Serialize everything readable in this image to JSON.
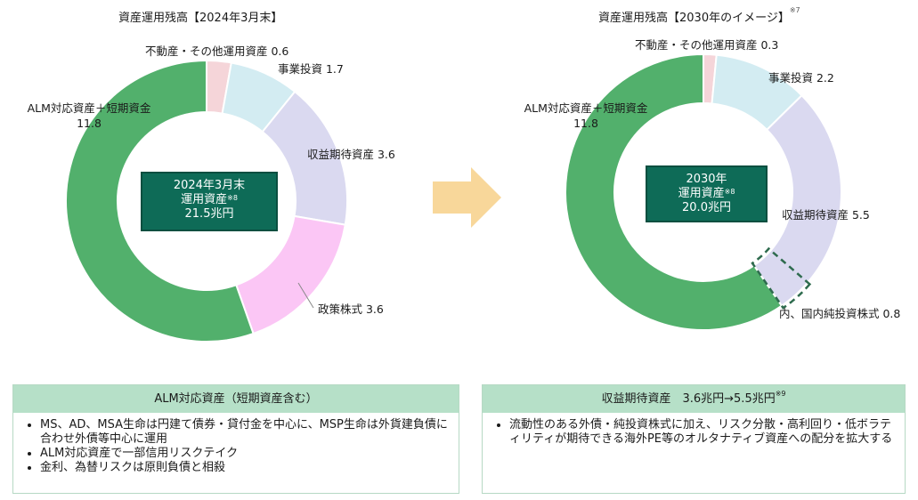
{
  "charts": [
    {
      "title": "資産運用残高【2024年3月末】",
      "title_note": "",
      "center": {
        "line1": "2024年3月末",
        "line2": "運用資産",
        "line2_note": "※8",
        "line3": "21.5兆円"
      }
    },
    {
      "title": "資産運用残高【2030年のイメージ】",
      "title_note": "※7",
      "center": {
        "line1": "2030年",
        "line2": "運用資産",
        "line2_note": "※8",
        "line3": "20.0兆円"
      }
    }
  ],
  "chart_data": [
    {
      "type": "pie",
      "title": "資産運用残高【2024年3月末】",
      "slices": [
        {
          "label": "不動産・その他運用資産",
          "value": 0.6,
          "color": "#f5d5d9"
        },
        {
          "label": "事業投資",
          "value": 1.7,
          "color": "#d3ecf2"
        },
        {
          "label": "収益期待資産",
          "value": 3.6,
          "color": "#dad9f0"
        },
        {
          "label": "政策株式",
          "value": 3.6,
          "color": "#fbc6f5"
        },
        {
          "label": "ALM対応資産＋短期資金",
          "value": 11.8,
          "color": "#52b06c"
        }
      ]
    },
    {
      "type": "pie",
      "title": "資産運用残高【2030年のイメージ】",
      "slices": [
        {
          "label": "不動産・その他運用資産",
          "value": 0.3,
          "color": "#f5d5d9"
        },
        {
          "label": "事業投資",
          "value": 2.2,
          "color": "#d3ecf2"
        },
        {
          "label": "収益期待資産",
          "value": 5.5,
          "color": "#dad9f0"
        },
        {
          "label": "ALM対応資産＋短期資金",
          "value": 11.8,
          "color": "#52b06c"
        }
      ],
      "annotations": [
        {
          "label": "内、国内純投資株式",
          "value": 0.8
        }
      ]
    }
  ],
  "panels": {
    "left": {
      "heading": "ALM対応資産（短期資産含む）",
      "bullets": [
        "MS、AD、MSA生命は円建て債券・貸付金を中心に、MSP生命は外貨建負債に合わせ外債等中心に運用",
        "ALM対応資産で一部信用リスクテイク",
        "金利、為替リスクは原則負債と相殺"
      ]
    },
    "right": {
      "heading": "収益期待資産　3.6兆円→5.5兆円",
      "heading_note": "※9",
      "bullets": [
        "流動性のある外債・純投資株式に加え、リスク分散・高利回り・低ボラティリティが期待できる海外PE等のオルタナティブ資産への配分を拡大する"
      ]
    }
  },
  "colors": {
    "center_box": "#0e6b57",
    "panel_head": "#b6e0c8",
    "arrow": "#f8d79a",
    "dashed_outline": "#2e6b4e"
  }
}
